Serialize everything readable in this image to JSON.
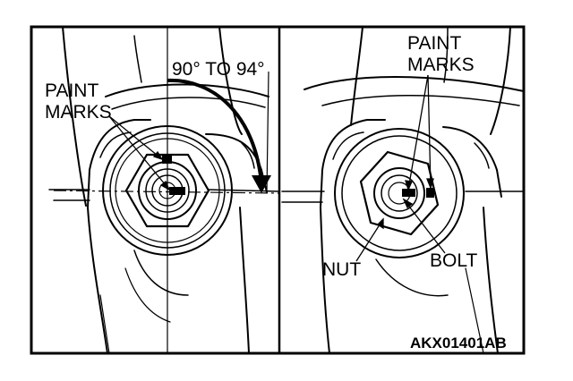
{
  "diagram": {
    "left_panel": {
      "paint_marks_label_line1": "PAINT",
      "paint_marks_label_line2": "MARKS",
      "angle_label": "90° TO 94°"
    },
    "right_panel": {
      "paint_marks_label_line1": "PAINT",
      "paint_marks_label_line2": "MARKS",
      "nut_label": "NUT",
      "bolt_label": "BOLT"
    },
    "figure_code": "AKX01401AB"
  },
  "colors": {
    "ink": "#000000",
    "paper": "#ffffff"
  }
}
